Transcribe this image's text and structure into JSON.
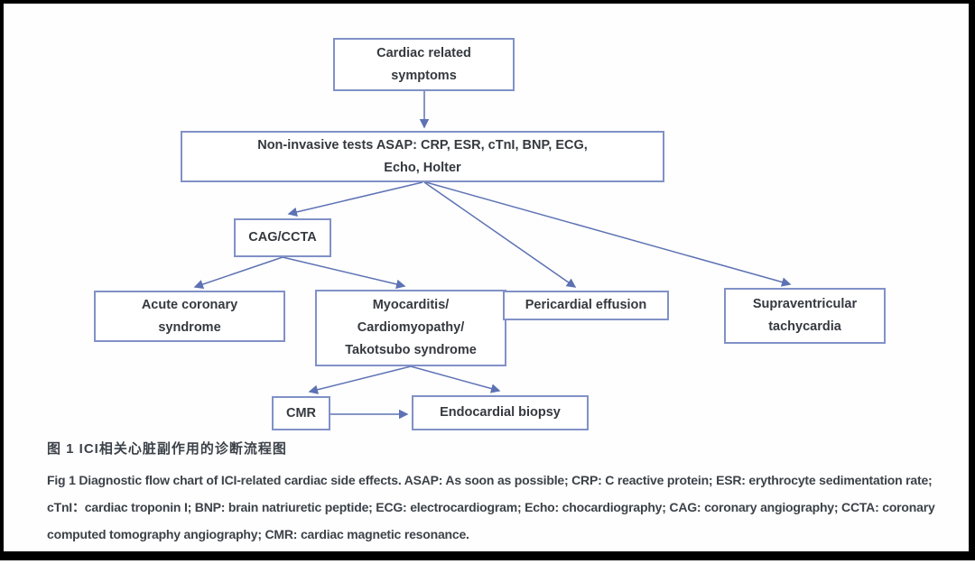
{
  "colors": {
    "box_border": "#8191c7",
    "arrow": "#5d72b4",
    "text": "#35393f",
    "caption": "#3c4249",
    "frame": "#000000",
    "background": "#ffffff"
  },
  "flowchart": {
    "nodes": [
      {
        "id": "cardiac-symptoms",
        "label": [
          "Cardiac related",
          "symptoms"
        ]
      },
      {
        "id": "non-invasive-tests",
        "label": [
          "Non-invasive tests ASAP: CRP, ESR, cTnI, BNP, ECG,",
          "Echo, Holter"
        ]
      },
      {
        "id": "cag-ccta",
        "label": [
          "CAG/CCTA"
        ]
      },
      {
        "id": "acute-coronary-syndrome",
        "label": [
          "Acute coronary",
          "syndrome"
        ]
      },
      {
        "id": "myocarditis",
        "label": [
          "Myocarditis/",
          "Cardiomyopathy/",
          "Takotsubo syndrome"
        ]
      },
      {
        "id": "pericardial-effusion",
        "label": [
          "Pericardial effusion"
        ]
      },
      {
        "id": "supraventricular-tachycardia",
        "label": [
          "Supraventricular",
          "tachycardia"
        ]
      },
      {
        "id": "cmr",
        "label": [
          "CMR"
        ]
      },
      {
        "id": "endocardial-biopsy",
        "label": [
          "Endocardial biopsy"
        ]
      }
    ],
    "edges": [
      {
        "from": "cardiac-symptoms",
        "to": "non-invasive-tests"
      },
      {
        "from": "non-invasive-tests",
        "to": "cag-ccta"
      },
      {
        "from": "non-invasive-tests",
        "to": "pericardial-effusion"
      },
      {
        "from": "non-invasive-tests",
        "to": "supraventricular-tachycardia"
      },
      {
        "from": "cag-ccta",
        "to": "acute-coronary-syndrome"
      },
      {
        "from": "cag-ccta",
        "to": "myocarditis"
      },
      {
        "from": "myocarditis",
        "to": "cmr"
      },
      {
        "from": "myocarditis",
        "to": "endocardial-biopsy"
      },
      {
        "from": "cmr",
        "to": "endocardial-biopsy"
      }
    ]
  },
  "caption": {
    "zh": "图 1  ICI相关心脏副作用的诊断流程图",
    "en": "Fig 1  Diagnostic flow chart of ICI-related cardiac side effects. ASAP: As soon as possible; CRP: C reactive protein; ESR: erythrocyte sedimentation rate; cTnI：cardiac troponin I; BNP: brain natriuretic peptide; ECG: electrocardiogram; Echo: chocardiography; CAG: coronary angiography; CCTA: coronary computed tomography angiography; CMR: cardiac magnetic resonance."
  }
}
